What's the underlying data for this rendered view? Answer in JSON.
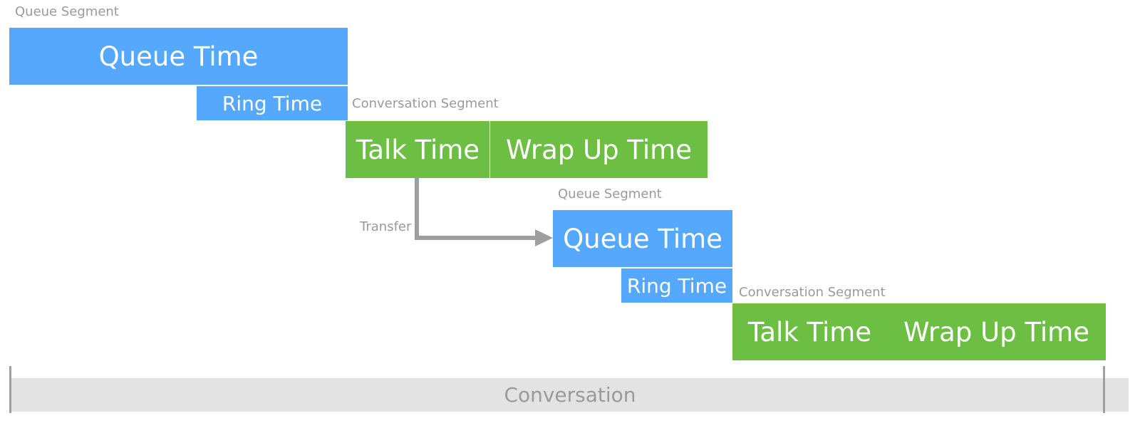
{
  "colors": {
    "queue": "#55a8fb",
    "conversation": "#6dbf43",
    "connector": "#9e9e9e",
    "muted_text": "#9a9a9a",
    "timeline_bar": "#e3e3e3"
  },
  "segment1": {
    "label": "Queue Segment",
    "queue_time": "Queue Time",
    "ring_time": "Ring Time"
  },
  "segment2": {
    "label": "Conversation Segment",
    "talk_time": "Talk Time",
    "wrap_up_time": "Wrap Up Time"
  },
  "transfer": {
    "label": "Transfer"
  },
  "segment3": {
    "label": "Queue Segment",
    "queue_time": "Queue Time",
    "ring_time": "Ring Time"
  },
  "segment4": {
    "label": "Conversation Segment",
    "talk_time": "Talk Time",
    "wrap_up_time": "Wrap Up Time"
  },
  "timeline": {
    "label": "Conversation"
  }
}
